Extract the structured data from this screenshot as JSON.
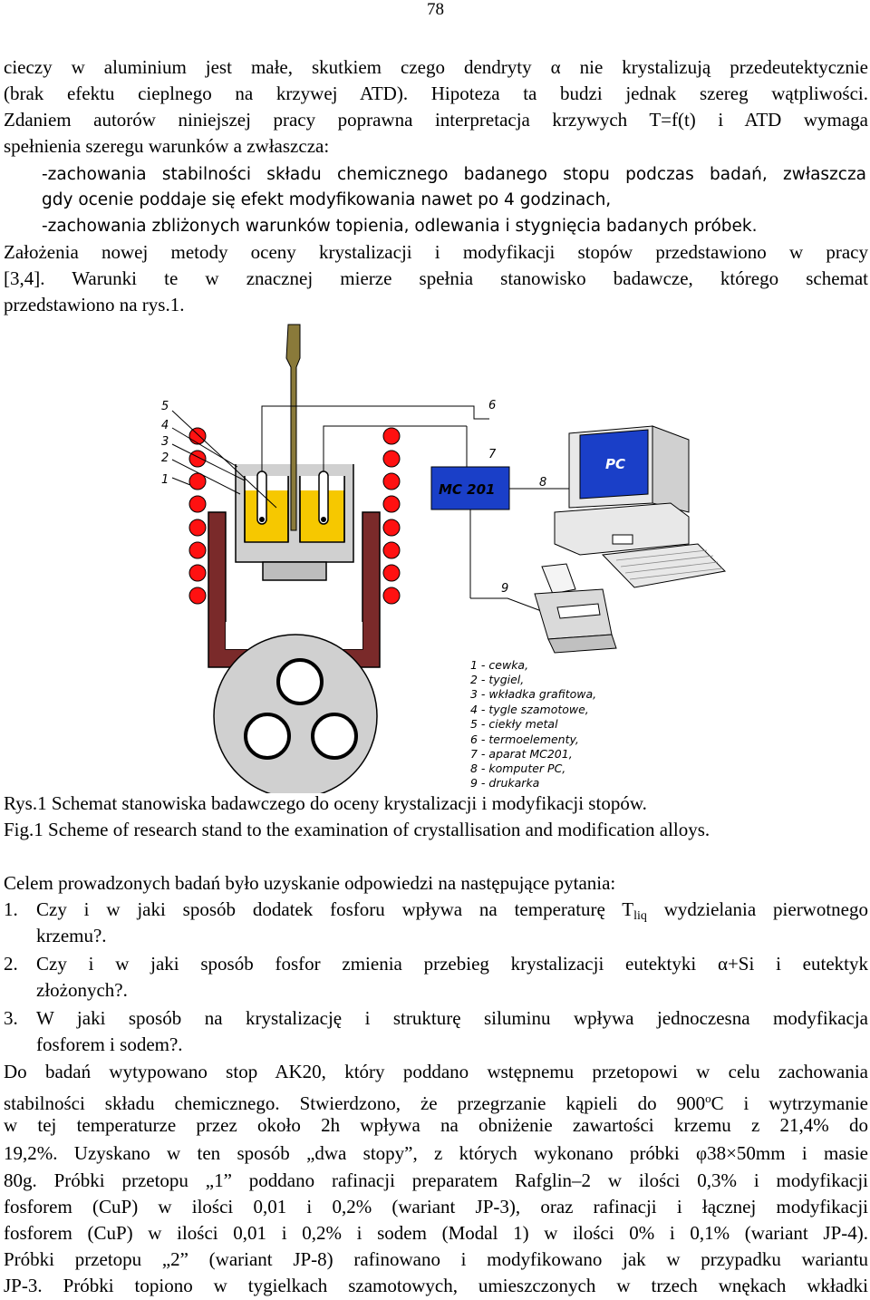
{
  "page_number": "78",
  "intro_lines": [
    "cieczy w aluminium jest małe, skutkiem czego dendryty α nie krystalizują przedeutektycznie",
    "(brak efektu cieplnego na krzywej ATD). Hipoteza ta budzi jednak szereg wątpliwości.",
    "Zdaniem autorów niniejszej pracy poprawna interpretacja krzywych T=f(t) i ATD wymaga",
    "spełnienia szeregu warunków a zwłaszcza:"
  ],
  "conditions": [
    "-zachowania stabilności składu chemicznego badanego stopu podczas badań, zwłaszcza",
    "gdy ocenie poddaje się efekt modyfikowania nawet po 4 godzinach,",
    "-zachowania zbliżonych warunków topienia, odlewania i stygnięcia badanych próbek."
  ],
  "after_lines": [
    "Założenia nowej metody oceny krystalizacji i modyfikacji stopów przedstawiono w pracy",
    "[3,4]. Warunki te w znacznej mierze spełnia stanowisko badawcze, którego schemat",
    "przedstawiono na rys.1."
  ],
  "figure": {
    "numbers": [
      "5",
      "4",
      "3",
      "2",
      "1",
      "6",
      "7",
      "8",
      "9"
    ],
    "mc_label": "MC 201",
    "pc_label": "PC",
    "legend": [
      "1 - cewka,",
      "2 - tygiel,",
      "3 - wkładka grafitowa,",
      "4 - tygle szamotowe,",
      "5 - ciekły metal",
      "6 - termoelementy,",
      "7 - aparat MC201,",
      "8 - komputer PC,",
      "9 - drukarka"
    ],
    "colors": {
      "crucible_wall": "#7a2a2a",
      "coil": "#ff1111",
      "metal": "#f6c800",
      "insert": "#c8c8c8",
      "mc_box": "#1a3fc8",
      "pc_screen": "#1a3fc8"
    }
  },
  "captions": {
    "pl": "Rys.1 Schemat stanowiska badawczego do oceny krystalizacji i modyfikacji stopów.",
    "en": "Fig.1 Scheme of research stand to the examination of crystallisation and modification alloys."
  },
  "questions_intro": "Celem prowadzonych badań było uzyskanie odpowiedzi na następujące pytania:",
  "questions": {
    "q1_num": "1.",
    "q1_a": "Czy i w jaki sposób dodatek fosforu wpływa na temperaturę T",
    "q1_sub": "liq",
    "q1_b": " wydzielania pierwotnego",
    "q1_c": "krzemu?.",
    "q2_num": "2.",
    "q2_a": "Czy i w jaki sposób fosfor zmienia przebieg krystalizacji eutektyki α+Si i eutektyk",
    "q2_b": "złożonych?.",
    "q3_num": "3.",
    "q3_a": "W jaki sposób na krystalizację i strukturę siluminu wpływa jednoczesna modyfikacja",
    "q3_b": "fosforem i sodem?."
  },
  "final": {
    "l1": "Do badań wytypowano stop AK20, który poddano wstępnemu przetopowi w celu zachowania",
    "l2": "stabilności składu chemicznego. Stwierdzono, że przegrzanie kąpieli do 900",
    "l2_sup": "o",
    "l2_b": "C i wytrzymanie",
    "l3": "w tej temperaturze przez około 2h wpływa na obniżenie zawartości krzemu z 21,4% do",
    "l4": "19,2%. Uzyskano w ten sposób „dwa stopy”, z których wykonano próbki φ38×50mm i masie",
    "l5": "80g. Próbki przetopu „1” poddano rafinacji preparatem Rafglin–2 w ilości 0,3% i modyfikacji",
    "l6": "fosforem (CuP) w ilości 0,01 i 0,2% (wariant JP-3), oraz rafinacji i łącznej modyfikacji",
    "l7": "fosforem (CuP) w ilości 0,01 i 0,2% i sodem (Modal 1) w ilości 0% i 0,1% (wariant JP-4).",
    "l8": "Próbki przetopu „2” (wariant JP-8) rafinowano i modyfikowano jak w przypadku wariantu",
    "l9": "JP-3. Próbki topiono w tygielkach szamotowych, umieszczonych w trzech wnękach wkładki"
  }
}
